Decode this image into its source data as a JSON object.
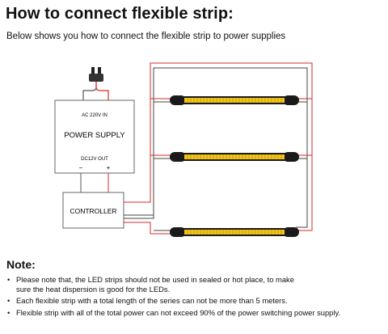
{
  "header": {
    "title": "How to connect flexible strip:",
    "subtitle": "Below shows you how to connect the flexible strip to power supplies"
  },
  "diagram": {
    "power_supply": {
      "input_label": "AC 220V IN",
      "name": "POWER SUPPLY",
      "output_label": "DC12V OUT",
      "minus": "−",
      "plus": "+"
    },
    "controller": {
      "name": "CONTROLLER"
    },
    "strip_count": 3,
    "colors": {
      "positive_wire": "#d62b2b",
      "negative_wire": "#555555",
      "strip_body": "#1a1a1a",
      "led": "#f0c419"
    }
  },
  "notes": {
    "heading": "Note:",
    "bullet": "•",
    "items": [
      "Please note that, the LED strips should not be used in sealed or hot place, to make\nsure the heat dispersion is good for the LEDs.",
      "Each flexible strip with a total length of the series can not be more than 5 meters.",
      "Flexible strip with all of the total power can not exceed 90% of the power switching power supply."
    ]
  }
}
